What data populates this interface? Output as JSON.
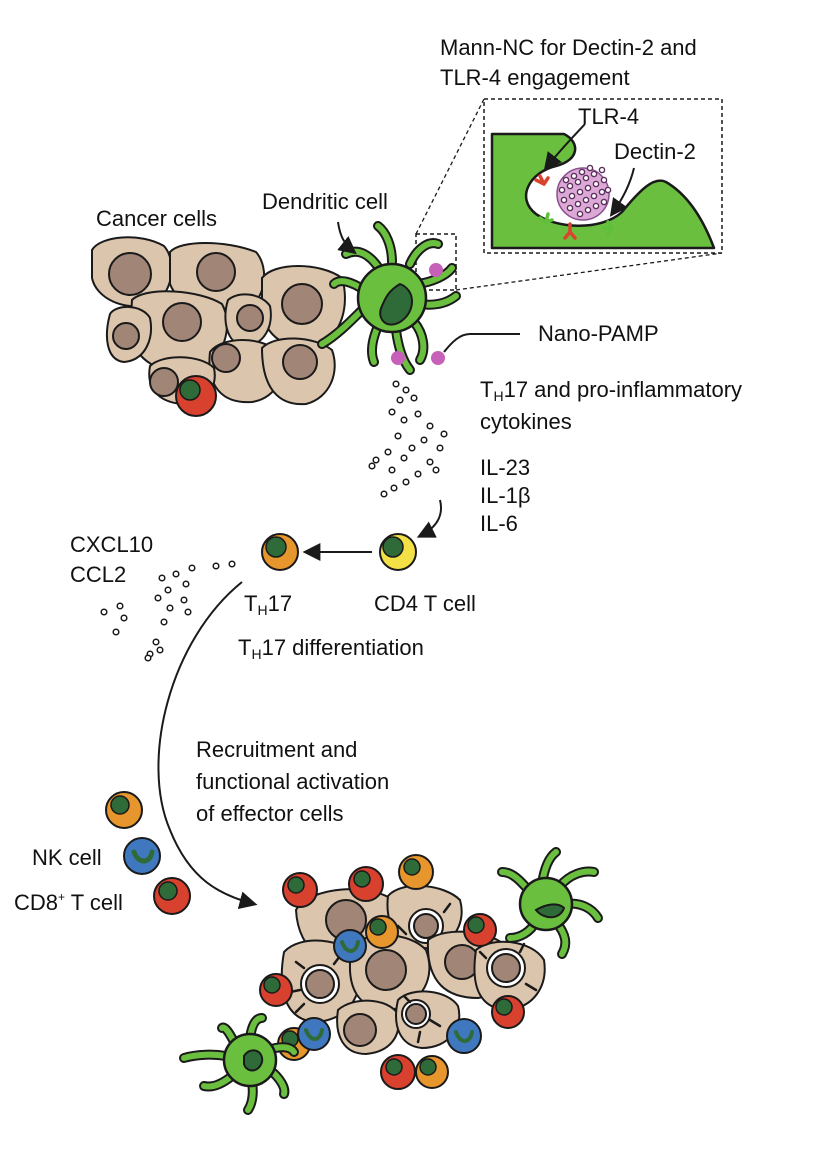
{
  "labels": {
    "mann_nc_line1": "Mann-NC for Dectin-2 and",
    "mann_nc_line2": "TLR-4 engagement",
    "tlr4": "TLR-4",
    "dectin2": "Dectin-2",
    "cancer_cells": "Cancer cells",
    "dendritic_cell": "Dendritic cell",
    "nano_pamp": "Nano-PAMP",
    "th17_cytokines_line1_sub": "H",
    "th17_cytokines_line1_rest": "17 and pro-inflammatory",
    "th17_cytokines_line2": "cytokines",
    "il23": "IL-23",
    "il1b": "IL-1β",
    "il6": "IL-6",
    "cxcl10": "CXCL10",
    "ccl2": "CCL2",
    "th17_cell_sub": "H",
    "th17_cell_rest": "17",
    "cd4_t_cell": "CD4 T cell",
    "th17_diff_sub": "H",
    "th17_diff_rest": "17 differentiation",
    "recruitment_line1": "Recruitment and",
    "recruitment_line2": "functional activation",
    "recruitment_line3": "of effector cells",
    "nk_cell": "NK cell",
    "cd8_prefix": "CD8",
    "cd8_sup": "+",
    "cd8_suffix": " T cell"
  },
  "colors": {
    "cancer_cell_fill": "#dcc5ad",
    "cancer_nucleus_fill": "#a18577",
    "dendritic_fill": "#6bbf3f",
    "dendritic_nucleus": "#2f6b38",
    "nano_pamp": "#c760b9",
    "mann_nc_halo": "#dca8d6",
    "mann_nc_bead": "#8a4f8e",
    "tlr4_receptor": "#d9442e",
    "dectin2_receptor": "#5fbf3a",
    "th17_cell": "#e7952d",
    "cd4_cell": "#f2e046",
    "nk_cell": "#3f78bf",
    "cd8_cell": "#d9412f",
    "cell_nucleus": "#2f6b38",
    "outline": "#1a1a1a"
  }
}
